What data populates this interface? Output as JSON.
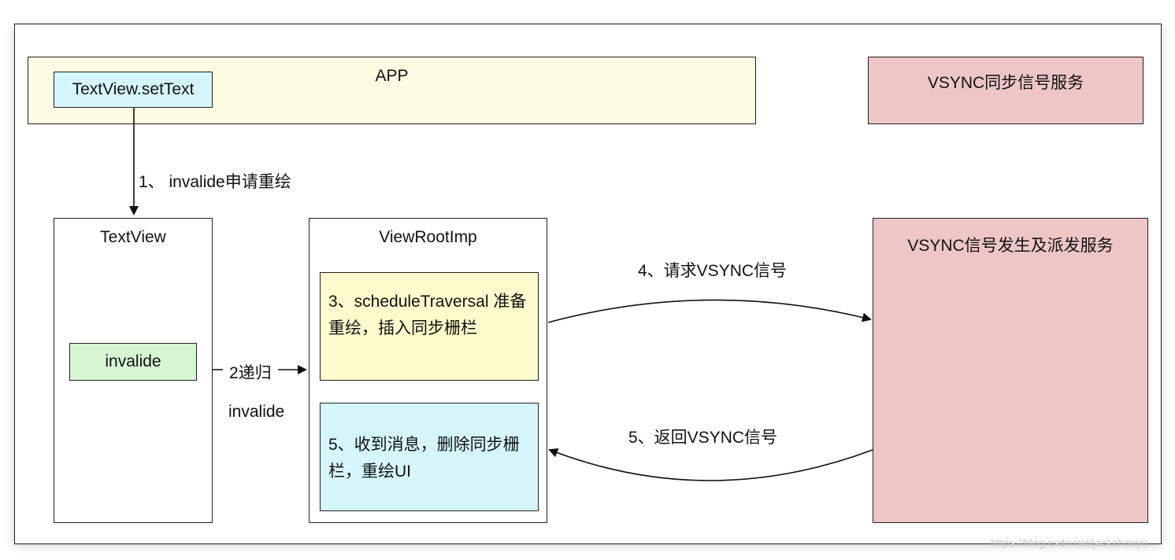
{
  "app": {
    "title": "APP",
    "set_text": "TextView.setText"
  },
  "vsync_sync_service": {
    "title": "VSYNC同步信号服务"
  },
  "textview": {
    "title": "TextView",
    "invalide": "invalide"
  },
  "view_root_impl": {
    "title": "ViewRootImp",
    "schedule": "3、scheduleTraversal 准备重绘，插入同步栅栏",
    "receive": "5、收到消息，删除同步栅栏，重绘UI"
  },
  "vsync_gen_service": {
    "title": "VSYNC信号发生及派发服务"
  },
  "edges": {
    "step1": "1、 invalide申请重绘",
    "step2": "2递归",
    "step2_sub": "invalide",
    "step4": "4、请求VSYNC信号",
    "step5": "5、返回VSYNC信号"
  },
  "watermark": "https://blog.csdn.net/jackzhouyu"
}
